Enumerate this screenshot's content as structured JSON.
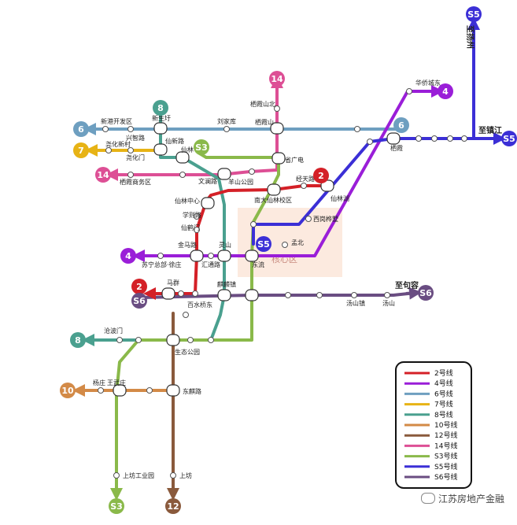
{
  "colors": {
    "line2": "#d42027",
    "line4": "#9a1ed8",
    "line6": "#6e9fc0",
    "line7": "#e7b315",
    "line8": "#4aa08f",
    "line10": "#d38a47",
    "line12": "#8a5a3c",
    "line14": "#dd4f95",
    "lineS3": "#8ab94a",
    "lineS5": "#3b2fd6",
    "lineS6": "#6a4d82"
  },
  "zone": {
    "label": "核心区"
  },
  "destinations": {
    "zhenjiang": "至镇江",
    "jurong": "至句容",
    "yangzhou": "至扬州"
  },
  "badges": {
    "l6w": "6",
    "l7w": "7",
    "l14w": "14",
    "l8n": "8",
    "lS3n": "S3",
    "l14n": "14",
    "l4ne": "4",
    "l2n": "2",
    "l6e": "6",
    "lS5n": "S5",
    "lS5e": "S5",
    "lS5c": "S5",
    "l4w": "4",
    "l2s": "2",
    "lS6s": "S6",
    "lS6e": "S6",
    "l8s": "8",
    "l10w": "10",
    "lS3s": "S3",
    "l12s": "12"
  },
  "stations": {
    "s01": "新港开发区",
    "s02": "兴智路",
    "s03": "新生圩",
    "s04": "刘家库",
    "s05": "栖霞山北",
    "s06": "栖霞山",
    "s07": "尧化新村",
    "s08": "尧化门",
    "s09": "仙新路",
    "s10": "仙林",
    "s11": "栖霞商务区",
    "s12": "文澜路",
    "s13": "羊山公园",
    "s14": "省广电",
    "s15": "南大仙林校区",
    "s16": "经天路",
    "s17": "仙林湖",
    "s18": "华侨城东",
    "s19": "栖霞",
    "s20": "仙林中心",
    "s21": "学则路",
    "s22": "仙鹤门",
    "s23": "西岗桦墅",
    "s24": "孟北",
    "s25": "金马路",
    "s26": "灵山",
    "s27": "东流",
    "s28": "苏宁总部·徐庄",
    "s29": "汇通路",
    "s30": "马群",
    "s31": "麒麟镇",
    "s32": "百水桥东",
    "s33": "汤山镇",
    "s34": "汤山",
    "s35": "沧波门",
    "s36": "生态公园",
    "s37": "杨庄",
    "s38": "王武庄",
    "s39": "东麒路",
    "s40": "上坊工业园",
    "s41": "上坊"
  },
  "legend": [
    {
      "key": "line2",
      "label": "2号线"
    },
    {
      "key": "line4",
      "label": "4号线"
    },
    {
      "key": "line6",
      "label": "6号线"
    },
    {
      "key": "line7",
      "label": "7号线"
    },
    {
      "key": "line8",
      "label": "8号线"
    },
    {
      "key": "line10",
      "label": "10号线"
    },
    {
      "key": "line12",
      "label": "12号线"
    },
    {
      "key": "line14",
      "label": "14号线"
    },
    {
      "key": "lineS3",
      "label": "S3号线"
    },
    {
      "key": "lineS5",
      "label": "S5号线"
    },
    {
      "key": "lineS6",
      "label": "S6号线"
    }
  ],
  "watermark": "江苏房地产金融"
}
